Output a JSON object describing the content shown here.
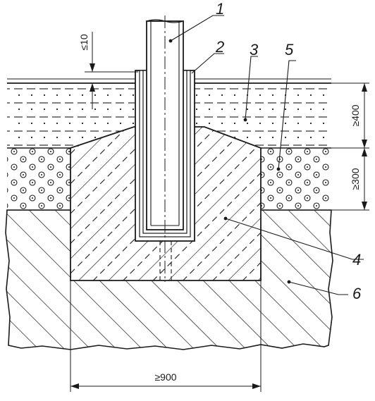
{
  "labels": {
    "l1": "1",
    "l2": "2",
    "l3": "3",
    "l4": "4",
    "l5": "5",
    "l6": "6"
  },
  "dimensions": {
    "gap": "≤10",
    "top_layer": "≥400",
    "mid_layer": "≥300",
    "width": "≥900"
  },
  "colors": {
    "ink": "#1a1a1a",
    "paper": "#ffffff"
  }
}
